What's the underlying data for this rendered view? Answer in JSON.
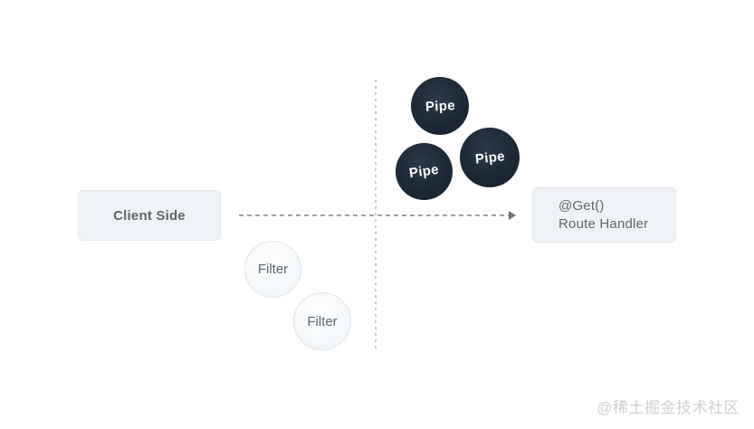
{
  "nodes": {
    "client": {
      "label": "Client Side"
    },
    "route": {
      "line1": "@Get()",
      "line2": "Route Handler"
    }
  },
  "pipes": [
    {
      "label": "Pipe"
    },
    {
      "label": "Pipe"
    },
    {
      "label": "Pipe"
    }
  ],
  "filters": [
    {
      "label": "Filter"
    },
    {
      "label": "Filter"
    }
  ],
  "watermark": {
    "text": "@稀土掘金技术社区"
  },
  "colors": {
    "pipe_background": "#1c2936",
    "pipe_text": "#ffffff",
    "box_background": "#f0f3f6",
    "box_border": "#e3e7eb",
    "box_text": "#5b6670",
    "filter_background": "#f5f8fa",
    "filter_border": "#dfe3e8",
    "arrow_dash": "#9aa1a8",
    "divider_dot": "#c9cdd2",
    "watermark_text": "#cfd0d1"
  }
}
